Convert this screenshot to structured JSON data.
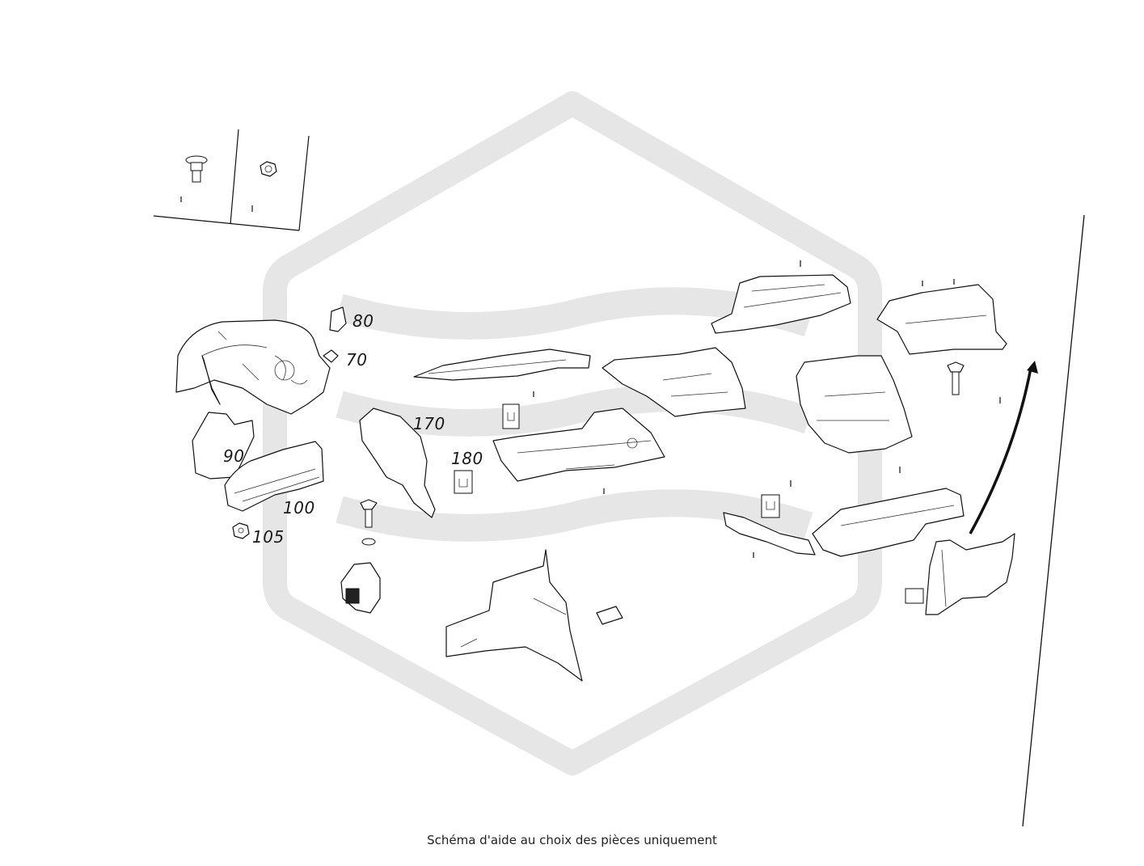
{
  "callouts": {
    "c80": "80",
    "c70": "70",
    "c90": "90",
    "c100": "100",
    "c105": "105",
    "c170": "170",
    "c180": "180"
  },
  "caption": "Schéma d'aide au choix des pièces uniquement",
  "colors": {
    "watermark": "#e6e6e6",
    "line": "#111111"
  }
}
